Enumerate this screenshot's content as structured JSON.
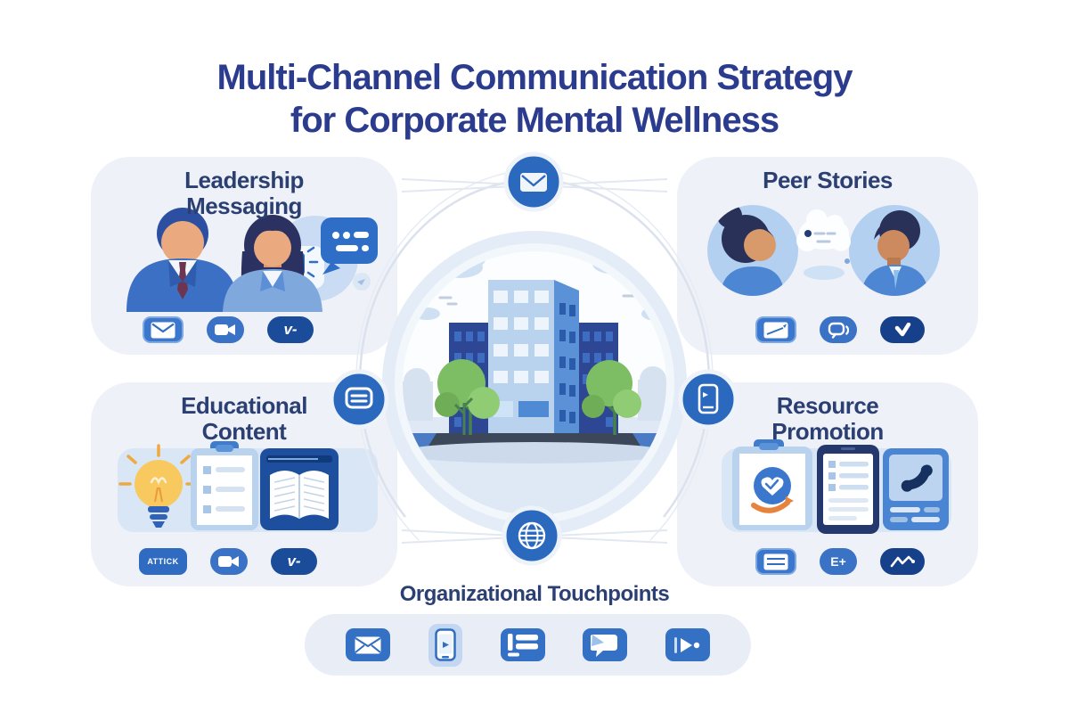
{
  "title": {
    "line1": "Multi-Channel Communication Strategy",
    "line2": "for Corporate Mental Wellness"
  },
  "palette": {
    "title_text": "#2b3b8e",
    "heading_text": "#2b3f73",
    "panel_bg": "#eef1f8",
    "node_circle_blue": "#2b69bf",
    "badge_blue": "#3b77cc",
    "badge_dark_blue": "#1b4c9a",
    "footer_icon_blue": "#3470c4",
    "illustration_light_blue": "#d9e6f5"
  },
  "panels": {
    "leadership_messaging": {
      "title_line1": "Leadership",
      "title_line2": "Messaging",
      "badges": [
        {
          "icon": "email-badge-icon"
        },
        {
          "icon": "video-camera-badge-icon"
        },
        {
          "icon": "voice-badge-icon",
          "label": "v-"
        }
      ]
    },
    "peer_stories": {
      "title_line1": "Peer Stories",
      "badges": [
        {
          "icon": "newsletter-badge-icon"
        },
        {
          "icon": "chat-sync-badge-icon"
        },
        {
          "icon": "check-badge-icon"
        }
      ]
    },
    "educational_content": {
      "title_line1": "Educational",
      "title_line2": "Content",
      "badges": [
        {
          "icon": "article-badge-icon",
          "label": "ATTICK"
        },
        {
          "icon": "video-camera-badge-icon"
        },
        {
          "icon": "voice-badge-icon",
          "label": "v-"
        }
      ]
    },
    "resource_promotion": {
      "title_line1": "Resource",
      "title_line2": "Promotion",
      "badges": [
        {
          "icon": "newsletter-badge-icon"
        },
        {
          "icon": "email-plus-badge-icon",
          "label": "E+"
        },
        {
          "icon": "trend-badge-icon"
        }
      ]
    }
  },
  "center": {
    "illustration": "office-building-campus",
    "node_icons": {
      "top": "email-icon",
      "left": "message-icon",
      "right": "smartphone-icon",
      "bottom": "globe-icon"
    }
  },
  "footer": {
    "title": "Organizational Touchpoints",
    "icons": [
      "email-icon",
      "smartphone-icon",
      "list-icon",
      "chat-icon",
      "video-icon"
    ]
  }
}
